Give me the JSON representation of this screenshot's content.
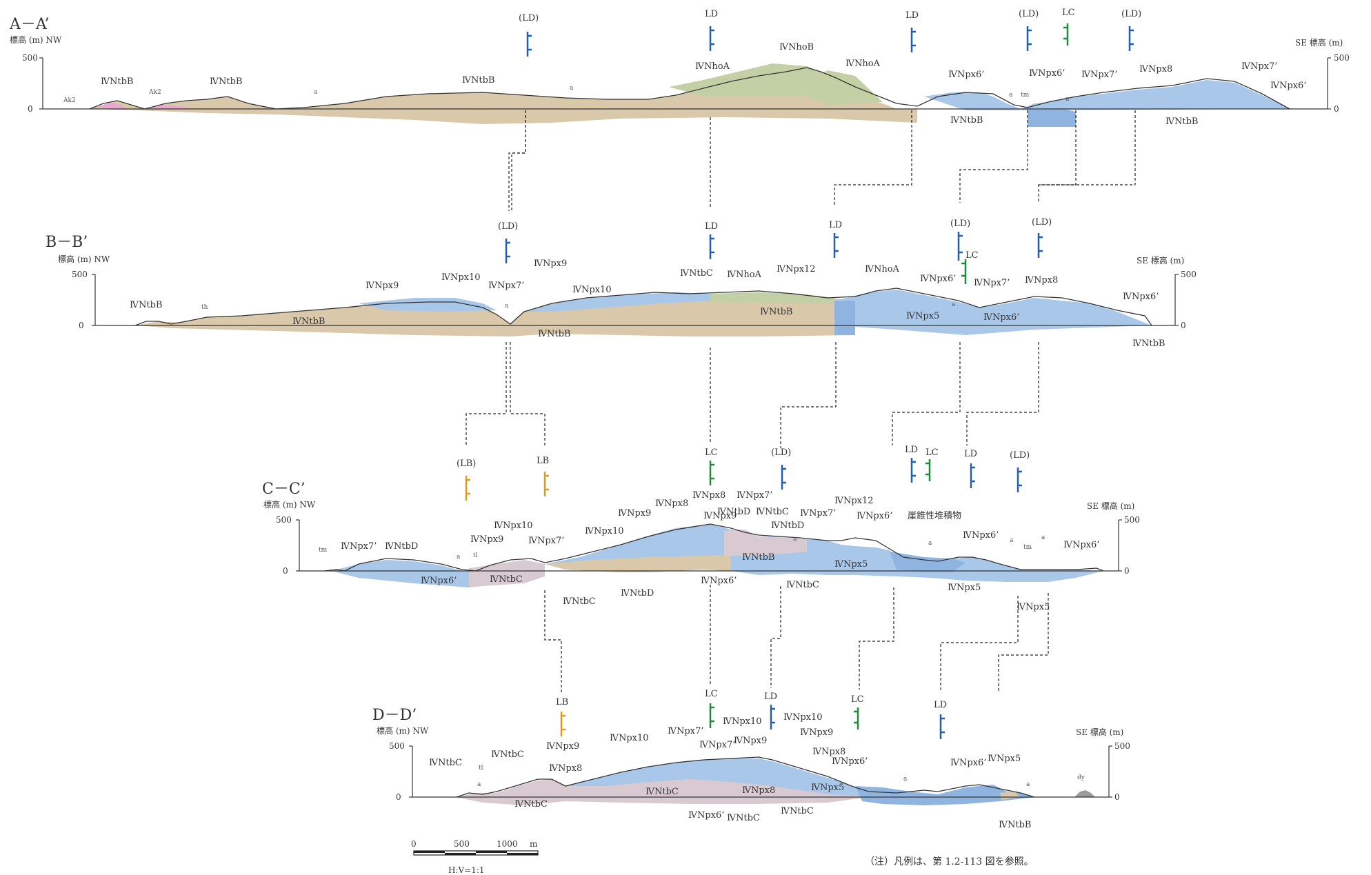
{
  "colors": {
    "tan": "#d9c8a9",
    "blue": "#a9c7e8",
    "blue_dark": "#8fb4e0",
    "mauve": "#d9cad2",
    "green": "#c3cfa5",
    "pink": "#e6a9cf",
    "grey": "#9c9c9c",
    "marker_blue": "#1f5fb4",
    "marker_green": "#1f8a3a",
    "marker_orange": "#e09b1b"
  },
  "sections": [
    {
      "title": "A－A’",
      "left_axis": "標高 (m) NW",
      "right_axis": "SE  標高 (m)",
      "ticks": [
        "500",
        "0"
      ],
      "markers": [
        {
          "label": "(LD)",
          "color": "marker_blue",
          "icon": "bedding-symbol-icon"
        },
        {
          "label": "LD",
          "color": "marker_blue",
          "icon": "bedding-symbol-icon"
        },
        {
          "label": "LD",
          "color": "marker_blue",
          "icon": "bedding-symbol-icon"
        },
        {
          "label": "(LD)",
          "color": "marker_blue",
          "icon": "bedding-symbol-icon"
        },
        {
          "label": "LC",
          "color": "marker_green",
          "icon": "bedding-symbol-icon"
        },
        {
          "label": "(LD)",
          "color": "marker_blue",
          "icon": "bedding-symbol-icon"
        }
      ],
      "units": [
        "Ak2",
        "ⅣNtbB",
        "Ak2",
        "ⅣNtbB",
        "a",
        "ⅣNtbB",
        "a",
        "ⅣNhoA",
        "ⅣNhoB",
        "ⅣNhoA",
        "ⅣNpx6’",
        "a",
        "tm",
        "ⅣNpx6’",
        "ⅣNpx7’",
        "a",
        "ⅣNpx8",
        "ⅣNpx7’",
        "ⅣNpx6’",
        "ⅣNtbB",
        "ⅣNtbB"
      ]
    },
    {
      "title": "B－B’",
      "left_axis": "標高 (m) NW",
      "right_axis": "SE  標高 (m)",
      "ticks": [
        "500",
        "0"
      ],
      "markers": [
        {
          "label": "(LD)",
          "color": "marker_blue",
          "icon": "bedding-symbol-icon"
        },
        {
          "label": "LD",
          "color": "marker_blue",
          "icon": "bedding-symbol-icon"
        },
        {
          "label": "LD",
          "color": "marker_blue",
          "icon": "bedding-symbol-icon"
        },
        {
          "label": "(LD)",
          "color": "marker_blue",
          "icon": "bedding-symbol-icon"
        },
        {
          "label": "LC",
          "color": "marker_green",
          "icon": "bedding-symbol-icon"
        },
        {
          "label": "(LD)",
          "color": "marker_blue",
          "icon": "bedding-symbol-icon"
        }
      ],
      "units": [
        "ⅣNtbB",
        "th",
        "ⅣNtbB",
        "ⅣNpx9",
        "ⅣNpx10",
        "ⅣNpx7’",
        "a",
        "ⅣNpx9",
        "ⅣNpx10",
        "ⅣNtbB",
        "ⅣNtbC",
        "ⅣNhoA",
        "ⅣNpx12",
        "ⅣNtbB",
        "ⅣNhoA",
        "ⅣNpx6’",
        "ⅣNpx5",
        "a",
        "ⅣNpx7’",
        "ⅣNpx8",
        "ⅣNpx6’",
        "ⅣNpx6’",
        "ⅣNtbB"
      ]
    },
    {
      "title": "C－C’",
      "left_axis": "標高 (m) NW",
      "right_axis": "SE  標高 (m)",
      "ticks": [
        "500",
        "0"
      ],
      "markers": [
        {
          "label": "(LB)",
          "color": "marker_orange",
          "icon": "bedding-symbol-icon"
        },
        {
          "label": "LB",
          "color": "marker_orange",
          "icon": "bedding-symbol-icon"
        },
        {
          "label": "LC",
          "color": "marker_green",
          "icon": "bedding-symbol-icon"
        },
        {
          "label": "(LD)",
          "color": "marker_blue",
          "icon": "bedding-symbol-icon"
        },
        {
          "label": "LD",
          "color": "marker_blue",
          "icon": "bedding-symbol-icon"
        },
        {
          "label": "LC",
          "color": "marker_green",
          "icon": "bedding-symbol-icon"
        },
        {
          "label": "LD",
          "color": "marker_blue",
          "icon": "bedding-symbol-icon"
        },
        {
          "label": "(LD)",
          "color": "marker_blue",
          "icon": "bedding-symbol-icon"
        }
      ],
      "units": [
        "tm",
        "ⅣNpx7’",
        "ⅣNtbD",
        "ⅣNpx6’",
        "a",
        "tl",
        "ⅣNpx9",
        "ⅣNpx10",
        "ⅣNtbC",
        "ⅣNpx7’",
        "ⅣNpx10",
        "ⅣNtbC",
        "ⅣNtbD",
        "ⅣNpx9",
        "ⅣNpx8",
        "ⅣNpx8",
        "ⅣNpx9",
        "ⅣNpx6’",
        "ⅣNpx7’",
        "ⅣNtbD",
        "ⅣNtbC",
        "ⅣNtbB",
        "ⅣNtbD",
        "a",
        "ⅣNtbC",
        "ⅣNpx7’",
        "ⅣNpx12",
        "ⅣNpx6’",
        "崖錐性堆積物",
        "ⅣNpx5",
        "a",
        "ⅣNpx6’",
        "ⅣNpx5",
        "a",
        "tm",
        "a",
        "ⅣNpx6’",
        "ⅣNpx5"
      ]
    },
    {
      "title": "D－D’",
      "left_axis": "標高 (m) NW",
      "right_axis": "SE  標高 (m)",
      "ticks": [
        "500",
        "0"
      ],
      "markers": [
        {
          "label": "LB",
          "color": "marker_orange",
          "icon": "bedding-symbol-icon"
        },
        {
          "label": "LC",
          "color": "marker_green",
          "icon": "bedding-symbol-icon"
        },
        {
          "label": "LD",
          "color": "marker_blue",
          "icon": "bedding-symbol-icon"
        },
        {
          "label": "LC",
          "color": "marker_green",
          "icon": "bedding-symbol-icon"
        },
        {
          "label": "LD",
          "color": "marker_blue",
          "icon": "bedding-symbol-icon"
        }
      ],
      "units": [
        "ⅣNtbC",
        "tl",
        "ⅣNtbC",
        "a",
        "ⅣNpx9",
        "ⅣNpx8",
        "ⅣNtbC",
        "ⅣNpx10",
        "ⅣNpx7’",
        "ⅣNpx7’",
        "ⅣNtbC",
        "ⅣNpx10",
        "ⅣNpx9",
        "ⅣNpx10",
        "ⅣNpx9",
        "ⅣNpx6’",
        "ⅣNpx8",
        "ⅣNpx8",
        "ⅣNtbC",
        "ⅣNtbC",
        "ⅣNpx6’",
        "ⅣNpx5",
        "a",
        "ⅣNpx6’",
        "ⅣNpx5",
        "a",
        "ⅣNtbB",
        "dy"
      ]
    }
  ],
  "scale_bar": {
    "labels": [
      "0",
      "500",
      "1000"
    ],
    "unit": "m",
    "ratio": "H:V=1:1"
  },
  "note": "（注）凡例は、第 1.2-113 図を参照。"
}
